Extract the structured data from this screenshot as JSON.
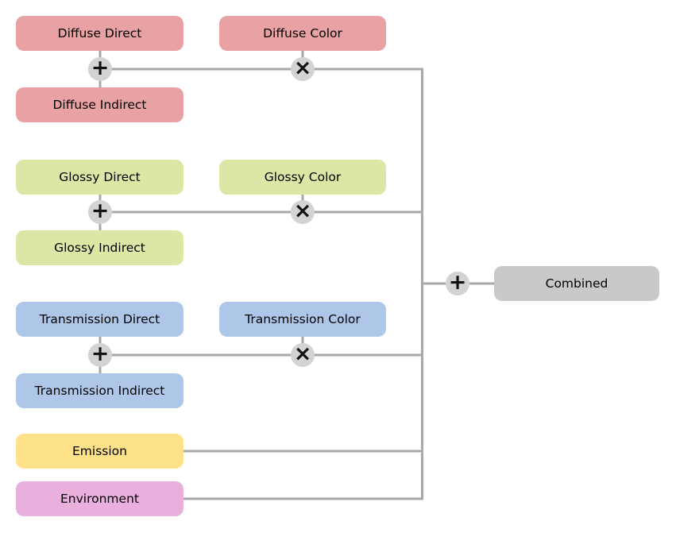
{
  "diagram": {
    "nodes": {
      "diffuse_direct": "Diffuse Direct",
      "diffuse_color": "Diffuse Color",
      "diffuse_indirect": "Diffuse Indirect",
      "glossy_direct": "Glossy Direct",
      "glossy_color": "Glossy Color",
      "glossy_indirect": "Glossy Indirect",
      "transmission_direct": "Transmission Direct",
      "transmission_color": "Transmission Color",
      "transmission_indirect": "Transmission Indirect",
      "emission": "Emission",
      "environment": "Environment",
      "combined": "Combined"
    },
    "operators": {
      "add": "+",
      "multiply": "×"
    },
    "colors": {
      "diffuse": "#e8a2a3",
      "glossy": "#dce6a5",
      "transmission": "#aec6e8",
      "emission": "#fde289",
      "environment": "#e9b0dd",
      "combined": "#c9c9c9",
      "line": "#a8a8a8",
      "operator_node": "#d3d3d3",
      "text": "#000000"
    }
  }
}
